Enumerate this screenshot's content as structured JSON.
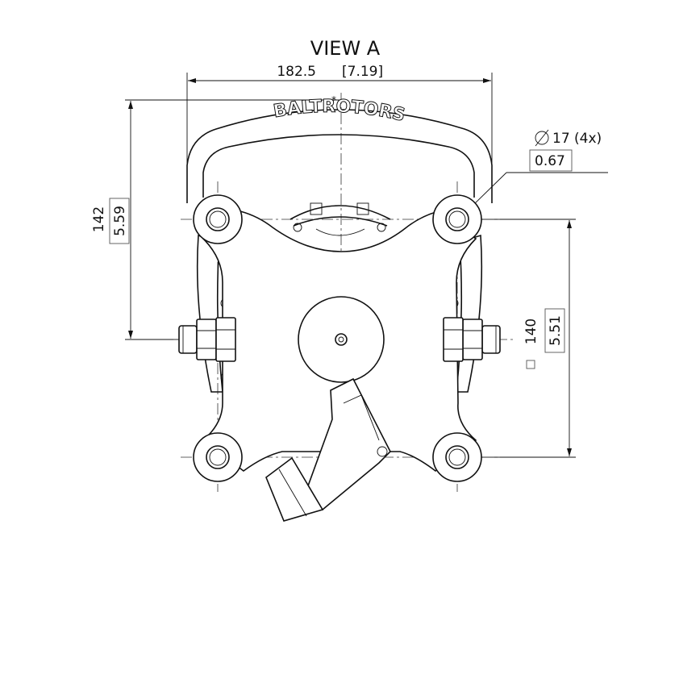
{
  "view_title": "VIEW A",
  "logo_text": "BALTROTORS",
  "dimensions": {
    "width_mm": "182.5",
    "width_in": "[7.19]",
    "height_mm": "142",
    "height_in": "5.59",
    "hole_dia": "17 (4x)",
    "hole_dia_in": "0.67",
    "bolt_square_mm": "140",
    "bolt_square_in": "5.51"
  },
  "symbols": {
    "diameter_icon": "diameter-symbol",
    "square_icon": "square-symbol",
    "asterisk": "*"
  }
}
